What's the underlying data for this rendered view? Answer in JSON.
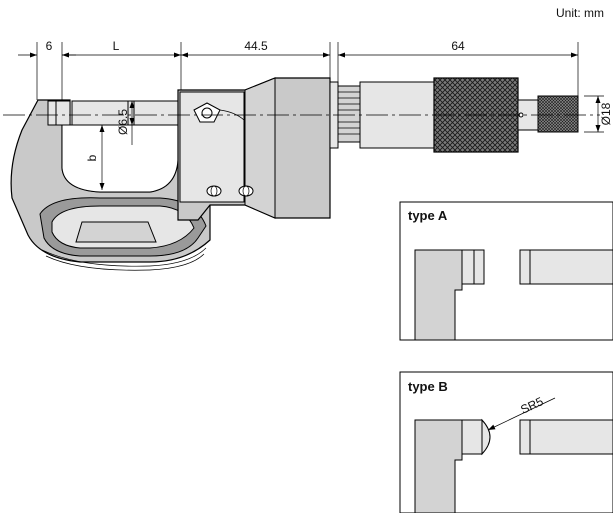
{
  "unit_label": "Unit: mm",
  "dimensions": {
    "left_gap": "6",
    "length": "L",
    "body_width": "44.5",
    "thimble_length": "64",
    "spindle_dia": "Ø6.5",
    "depth": "b",
    "thimble_dia": "Ø18"
  },
  "details": [
    {
      "title": "type A"
    },
    {
      "title": "type B",
      "radius": "SR5"
    }
  ]
}
